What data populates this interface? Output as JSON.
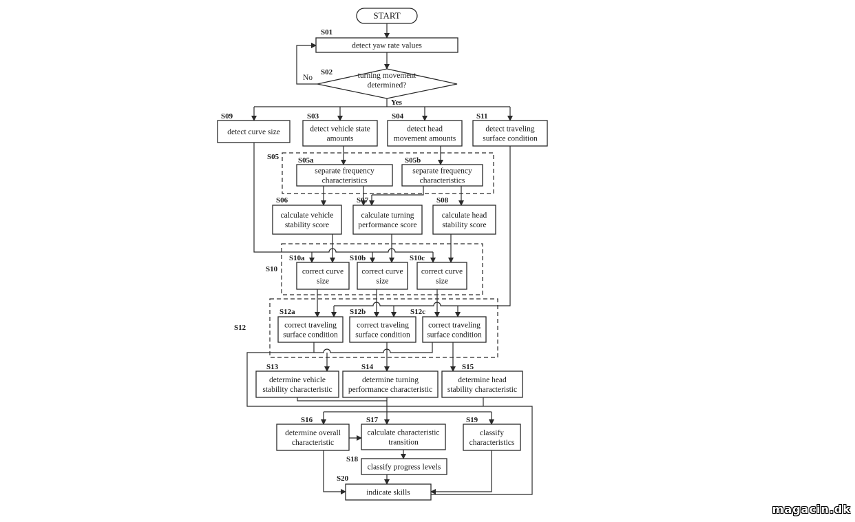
{
  "diagram": {
    "start": "START",
    "no_label": "No",
    "yes_label": "Yes",
    "nodes": [
      {
        "id": "S01",
        "lines": [
          "detect yaw rate values"
        ]
      },
      {
        "id": "S02",
        "lines": [
          "turning movement",
          "determined?"
        ]
      },
      {
        "id": "S09",
        "lines": [
          "detect curve size"
        ]
      },
      {
        "id": "S03",
        "lines": [
          "detect vehicle state",
          "amounts"
        ]
      },
      {
        "id": "S04",
        "lines": [
          "detect head",
          "movement amounts"
        ]
      },
      {
        "id": "S11",
        "lines": [
          "detect traveling",
          "surface condition"
        ]
      },
      {
        "id": "S05a",
        "lines": [
          "separate frequency",
          "characteristics"
        ]
      },
      {
        "id": "S05b",
        "lines": [
          "separate frequency",
          "characteristics"
        ]
      },
      {
        "id": "S06",
        "lines": [
          "calculate vehicle",
          "stability score"
        ]
      },
      {
        "id": "S07",
        "lines": [
          "calculate turning",
          "performance score"
        ]
      },
      {
        "id": "S08",
        "lines": [
          "calculate head",
          "stability score"
        ]
      },
      {
        "id": "S10a",
        "lines": [
          "correct curve",
          "size"
        ]
      },
      {
        "id": "S10b",
        "lines": [
          "correct curve",
          "size"
        ]
      },
      {
        "id": "S10c",
        "lines": [
          "correct curve",
          "size"
        ]
      },
      {
        "id": "S12a",
        "lines": [
          "correct traveling",
          "surface condition"
        ]
      },
      {
        "id": "S12b",
        "lines": [
          "correct traveling",
          "surface condition"
        ]
      },
      {
        "id": "S12c",
        "lines": [
          "correct traveling",
          "surface condition"
        ]
      },
      {
        "id": "S13",
        "lines": [
          "determine vehicle",
          "stability characteristic"
        ]
      },
      {
        "id": "S14",
        "lines": [
          "determine turning",
          "performance characteristic"
        ]
      },
      {
        "id": "S15",
        "lines": [
          "determine head",
          "stability characteristic"
        ]
      },
      {
        "id": "S16",
        "lines": [
          "determine overall",
          "characteristic"
        ]
      },
      {
        "id": "S17",
        "lines": [
          "calculate characteristic",
          "transition"
        ]
      },
      {
        "id": "S19",
        "lines": [
          "classify",
          "characteristics"
        ]
      },
      {
        "id": "S18",
        "lines": [
          "classify progress levels"
        ]
      },
      {
        "id": "S20",
        "lines": [
          "indicate skills"
        ]
      }
    ],
    "groups": [
      "S05",
      "S10",
      "S12"
    ]
  },
  "watermark": "magacin.dk"
}
